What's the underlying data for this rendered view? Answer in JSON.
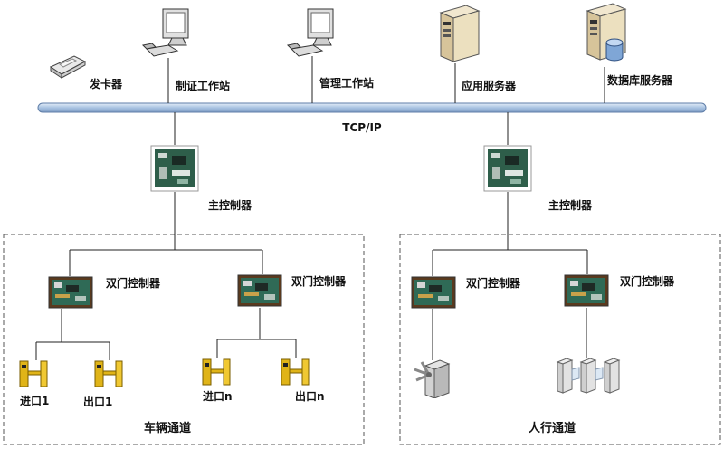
{
  "network": {
    "bus_label": "TCP/IP",
    "bus_color": "#b7cde6"
  },
  "devices": {
    "card_issuer": "发卡器",
    "cert_workstation": "制证工作站",
    "mgmt_workstation": "管理工作站",
    "app_server": "应用服务器",
    "db_server": "数据库服务器"
  },
  "controllers": {
    "main_left": "主控制器",
    "main_right": "主控制器",
    "door_1": "双门控制器",
    "door_2": "双门控制器",
    "door_3": "双门控制器",
    "door_4": "双门控制器"
  },
  "readers": {
    "in_1": "进口1",
    "out_1": "出口1",
    "in_n": "进口n",
    "out_n": "出口n"
  },
  "zones": {
    "vehicle": "车辆通道",
    "pedestrian": "人行通道"
  },
  "icons": {
    "card_issuer": "card-reader-icon",
    "workstation": "desktop-computer-icon",
    "server": "tower-server-icon",
    "database": "database-cylinder-icon",
    "controller_board": "circuit-board-icon",
    "vehicle_reader": "parking-card-reader-icon",
    "tripod": "tripod-turnstile-icon",
    "flap": "flap-barrier-icon"
  }
}
